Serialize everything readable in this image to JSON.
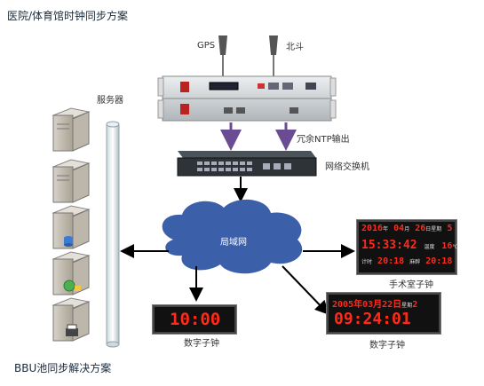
{
  "title_top": "医院/体育馆时钟同步方案",
  "title_bottom": "BBU池同步解决方案",
  "labels": {
    "gps": "GPS",
    "beidou": "北斗",
    "servers": "服务器",
    "redundant_ntp": "冗余NTP输出",
    "switch": "网络交换机",
    "lan": "局域网",
    "digital_clock_left": "数字子钟",
    "digital_clock_right": "数字子钟",
    "or_clock": "手术室子钟"
  },
  "or_display": {
    "year": "2016",
    "year_unit": "年",
    "month": "04",
    "month_unit": "月",
    "day": "26",
    "day_unit": "日星期",
    "weekday": "5",
    "time": "15:33:42",
    "temp_label": "温度",
    "temp": "16",
    "temp_unit": "℃",
    "row3_label_a": "计时",
    "row3_value_a": "20:18",
    "row3_label_b": "麻醉",
    "row3_value_b": "20:18"
  },
  "left_display": {
    "time": "10:00"
  },
  "right_display": {
    "date": "2005年03月22日",
    "weekday_label": "星期",
    "weekday": "2",
    "time": "09:24:01"
  },
  "colors": {
    "accent": "#6a4c93",
    "cloud": "#3b5fa8",
    "led": "#ff2a1a"
  }
}
